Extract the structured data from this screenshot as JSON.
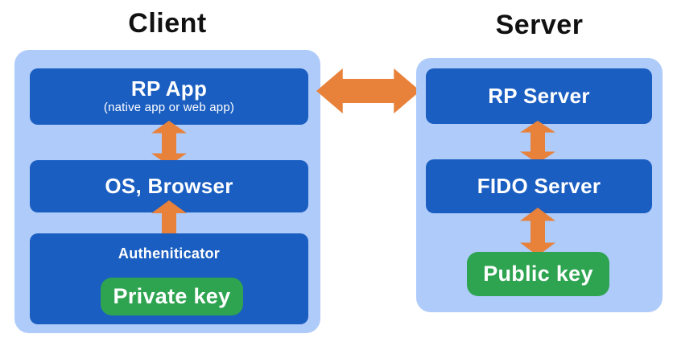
{
  "palette": {
    "background": "#FFFFFF",
    "container_fill": "#AECBFA",
    "box_fill": "#1B5EC1",
    "key_fill": "#2EA450",
    "arrow_fill": "#E8823B",
    "title_text": "#111111",
    "box_text": "#FFFFFF"
  },
  "client": {
    "title": "Client",
    "boxes": [
      {
        "label": "RP App",
        "sublabel": "(native app or web app)"
      },
      {
        "label": "OS, Browser"
      },
      {
        "label": "Autheniticator",
        "key_label": "Private key"
      }
    ]
  },
  "server": {
    "title": "Server",
    "boxes": [
      {
        "label": "RP Server"
      },
      {
        "label": "FIDO Server"
      }
    ],
    "key_label": "Public key"
  },
  "arrows": [
    {
      "from": "RP App",
      "to": "RP Server",
      "orientation": "horizontal",
      "bidirectional": true
    },
    {
      "from": "RP App",
      "to": "OS, Browser",
      "orientation": "vertical",
      "bidirectional": true
    },
    {
      "from": "OS, Browser",
      "to": "Autheniticator",
      "orientation": "vertical",
      "bidirectional": true
    },
    {
      "from": "RP Server",
      "to": "FIDO Server",
      "orientation": "vertical",
      "bidirectional": true
    },
    {
      "from": "FIDO Server",
      "to": "Public key",
      "orientation": "vertical",
      "bidirectional": true
    }
  ]
}
